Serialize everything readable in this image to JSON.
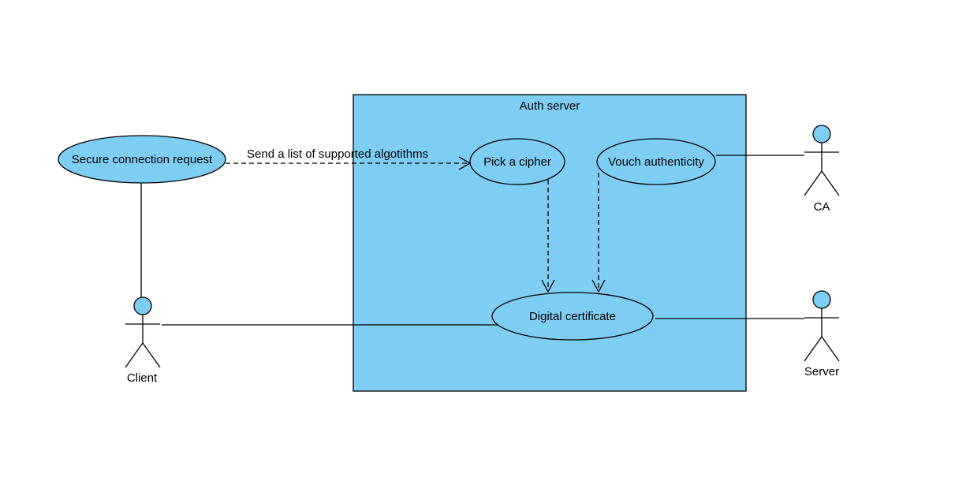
{
  "colors": {
    "fill": "#7ecef4",
    "stroke": "#000000",
    "background": "#ffffff"
  },
  "system": {
    "title": "Auth server"
  },
  "use_cases": {
    "secure_connection": "Secure connection request",
    "pick_cipher": "Pick a cipher",
    "vouch_authenticity": "Vouch authenticity",
    "digital_certificate": "Digital certificate"
  },
  "actors": {
    "client": "Client",
    "ca": "CA",
    "server": "Server"
  },
  "relations": {
    "send_algorithms": "Send a list of supported algotithms"
  }
}
